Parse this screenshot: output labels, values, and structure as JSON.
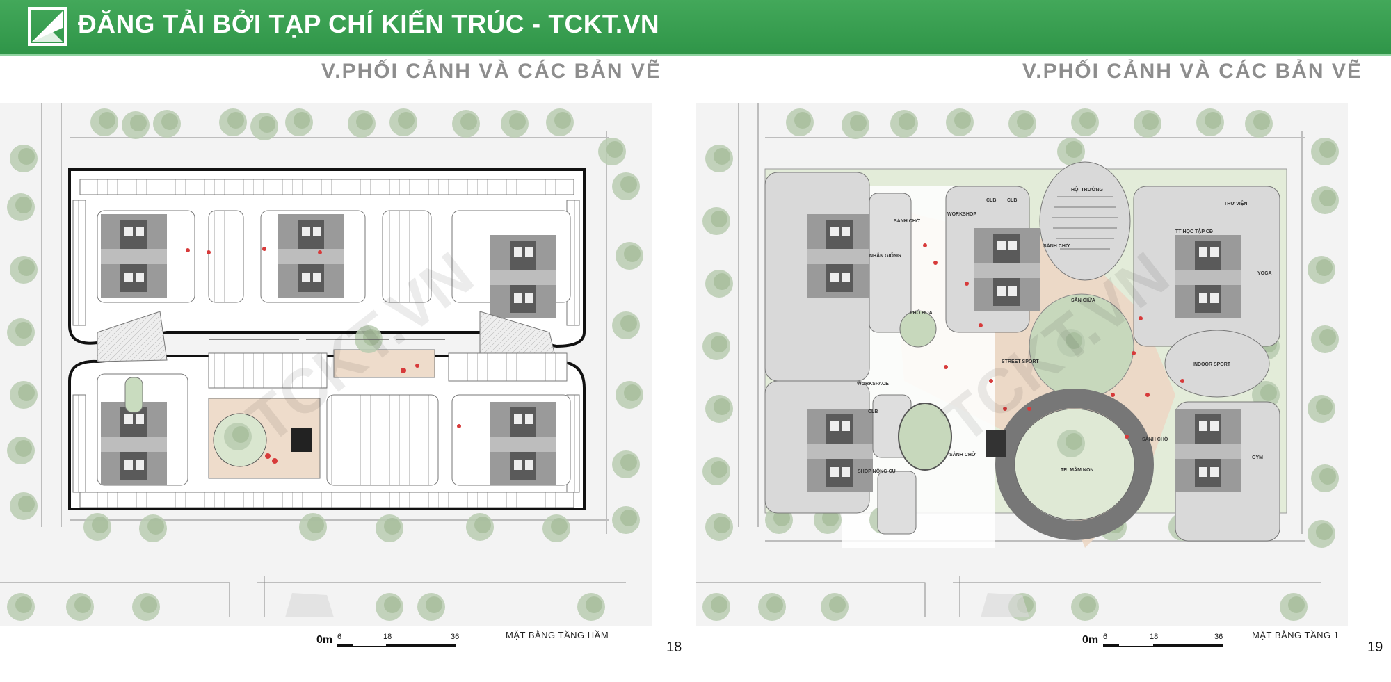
{
  "banner": {
    "text": "ĐĂNG TẢI BỞI TẠP CHÍ KIẾN TRÚC - TCKT.VN",
    "logo_icon": "tckt-logo-icon",
    "color": "#3a9e52"
  },
  "left_page": {
    "section_title": "V.PHỐI CẢNH VÀ CÁC BẢN VẼ",
    "plan_label": "MẶT BẰNG TẦNG HẦM",
    "page_number": "18",
    "scale": {
      "zero": "0m",
      "ticks": [
        "6",
        "18",
        "36"
      ]
    }
  },
  "right_page": {
    "section_title": "V.PHỐI CẢNH VÀ CÁC BẢN VẼ",
    "plan_label": "MẶT BẰNG TẦNG 1",
    "page_number": "19",
    "scale": {
      "zero": "0m",
      "ticks": [
        "6",
        "18",
        "36"
      ]
    },
    "labels": {
      "sanh_cho": "SẢNH CHỜ",
      "workshop": "WORKSHOP",
      "clb": "CLB",
      "hoi_truong": "HỘI TRƯỜNG",
      "tt_hoc_tap": "TT HỌC TẬP CĐ",
      "thu_vien": "THƯ VIỆN",
      "yoga": "YOGA",
      "nhan_giong": "NHÂN GIỐNG",
      "pho_hoa": "PHỐ HOA",
      "san_giua": "SÂN GIỮA",
      "indoor_sport": "INDOOR SPORT",
      "street_sport": "STREET SPORT",
      "workspace": "WORKSPACE",
      "tr_mam_non": "TR. MẦM NON",
      "shop_nong_cu": "SHOP NÔNG CỤ",
      "gym": "GYM"
    }
  },
  "watermark": "TCKT.VN"
}
